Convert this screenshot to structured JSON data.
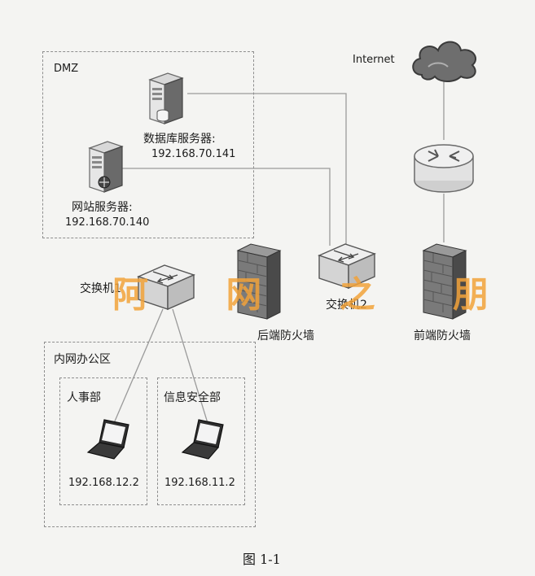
{
  "zones": {
    "dmz": "DMZ",
    "intranet": "内网办公区",
    "hr_dept": "人事部",
    "infosec_dept": "信息安全部"
  },
  "nodes": {
    "internet": "Internet",
    "db_server_name": "数据库服务器:",
    "db_server_ip": "192.168.70.141",
    "web_server_name": "网站服务器:",
    "web_server_ip": "192.168.70.140",
    "switch1": "交换机1",
    "switch2": "交换机2",
    "rear_firewall": "后端防火墙",
    "front_firewall": "前端防火墙",
    "hr_pc_ip": "192.168.12.2",
    "infosec_pc_ip": "192.168.11.2"
  },
  "caption": "图 1-1",
  "watermark": "阿 网 之 朋",
  "icons": {
    "cloud": "cloud-icon",
    "router": "router-icon",
    "server": "server-icon",
    "switch": "switch-icon",
    "firewall": "firewall-icon",
    "laptop": "laptop-icon"
  }
}
